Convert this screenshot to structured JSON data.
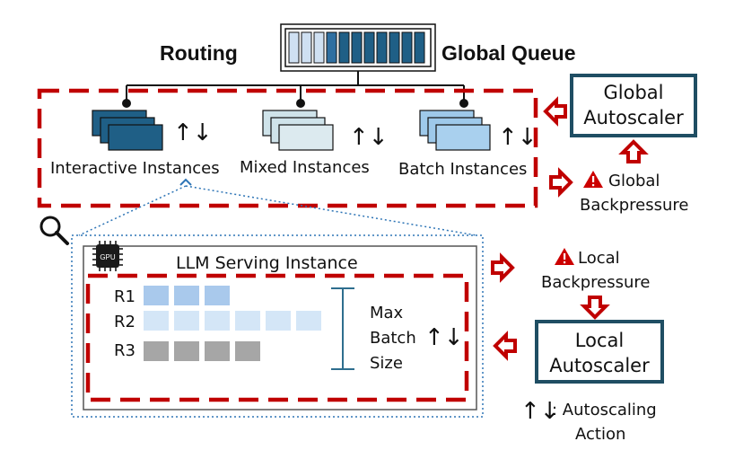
{
  "header": {
    "routing_label": "Routing",
    "queue_label": "Global Queue"
  },
  "instances": [
    {
      "label": "Interactive Instances",
      "color": "#1f5f86"
    },
    {
      "label": "Mixed Instances",
      "color": "#cfe3ea"
    },
    {
      "label": "Batch Instances",
      "color": "#9ec9ea"
    }
  ],
  "global_autoscaler": {
    "line1": "Global",
    "line2": "Autoscaler"
  },
  "global_backpressure": {
    "line1": "Global",
    "line2": "Backpressure"
  },
  "local_backpressure": {
    "line1": "Local",
    "line2": "Backpressure"
  },
  "local_autoscaler": {
    "line1": "Local",
    "line2": "Autoscaler"
  },
  "serving_instance": {
    "gpu_label": "GPU",
    "title": "LLM Serving Instance",
    "requests": [
      {
        "label": "R1",
        "blocks": 3,
        "color": "#a9c9ec"
      },
      {
        "label": "R2",
        "blocks": 6,
        "color": "#d4e6f7"
      },
      {
        "label": "R3",
        "blocks": 4,
        "color": "#a6a6a6"
      }
    ],
    "max_batch": {
      "line1": "Max",
      "line2": "Batch",
      "line3": "Size"
    }
  },
  "legend": {
    "arrows_glyph": "↑↓",
    "text_line1": ": Autoscaling",
    "text_line2": "Action"
  },
  "colors": {
    "dashed_red": "#c00000",
    "arrow_red": "#c00000",
    "autoscaler_border": "#1f4e63",
    "queue_fill": "#1f5f86",
    "dotted_blue": "#2e75b6",
    "warning_red": "#cc0000"
  }
}
